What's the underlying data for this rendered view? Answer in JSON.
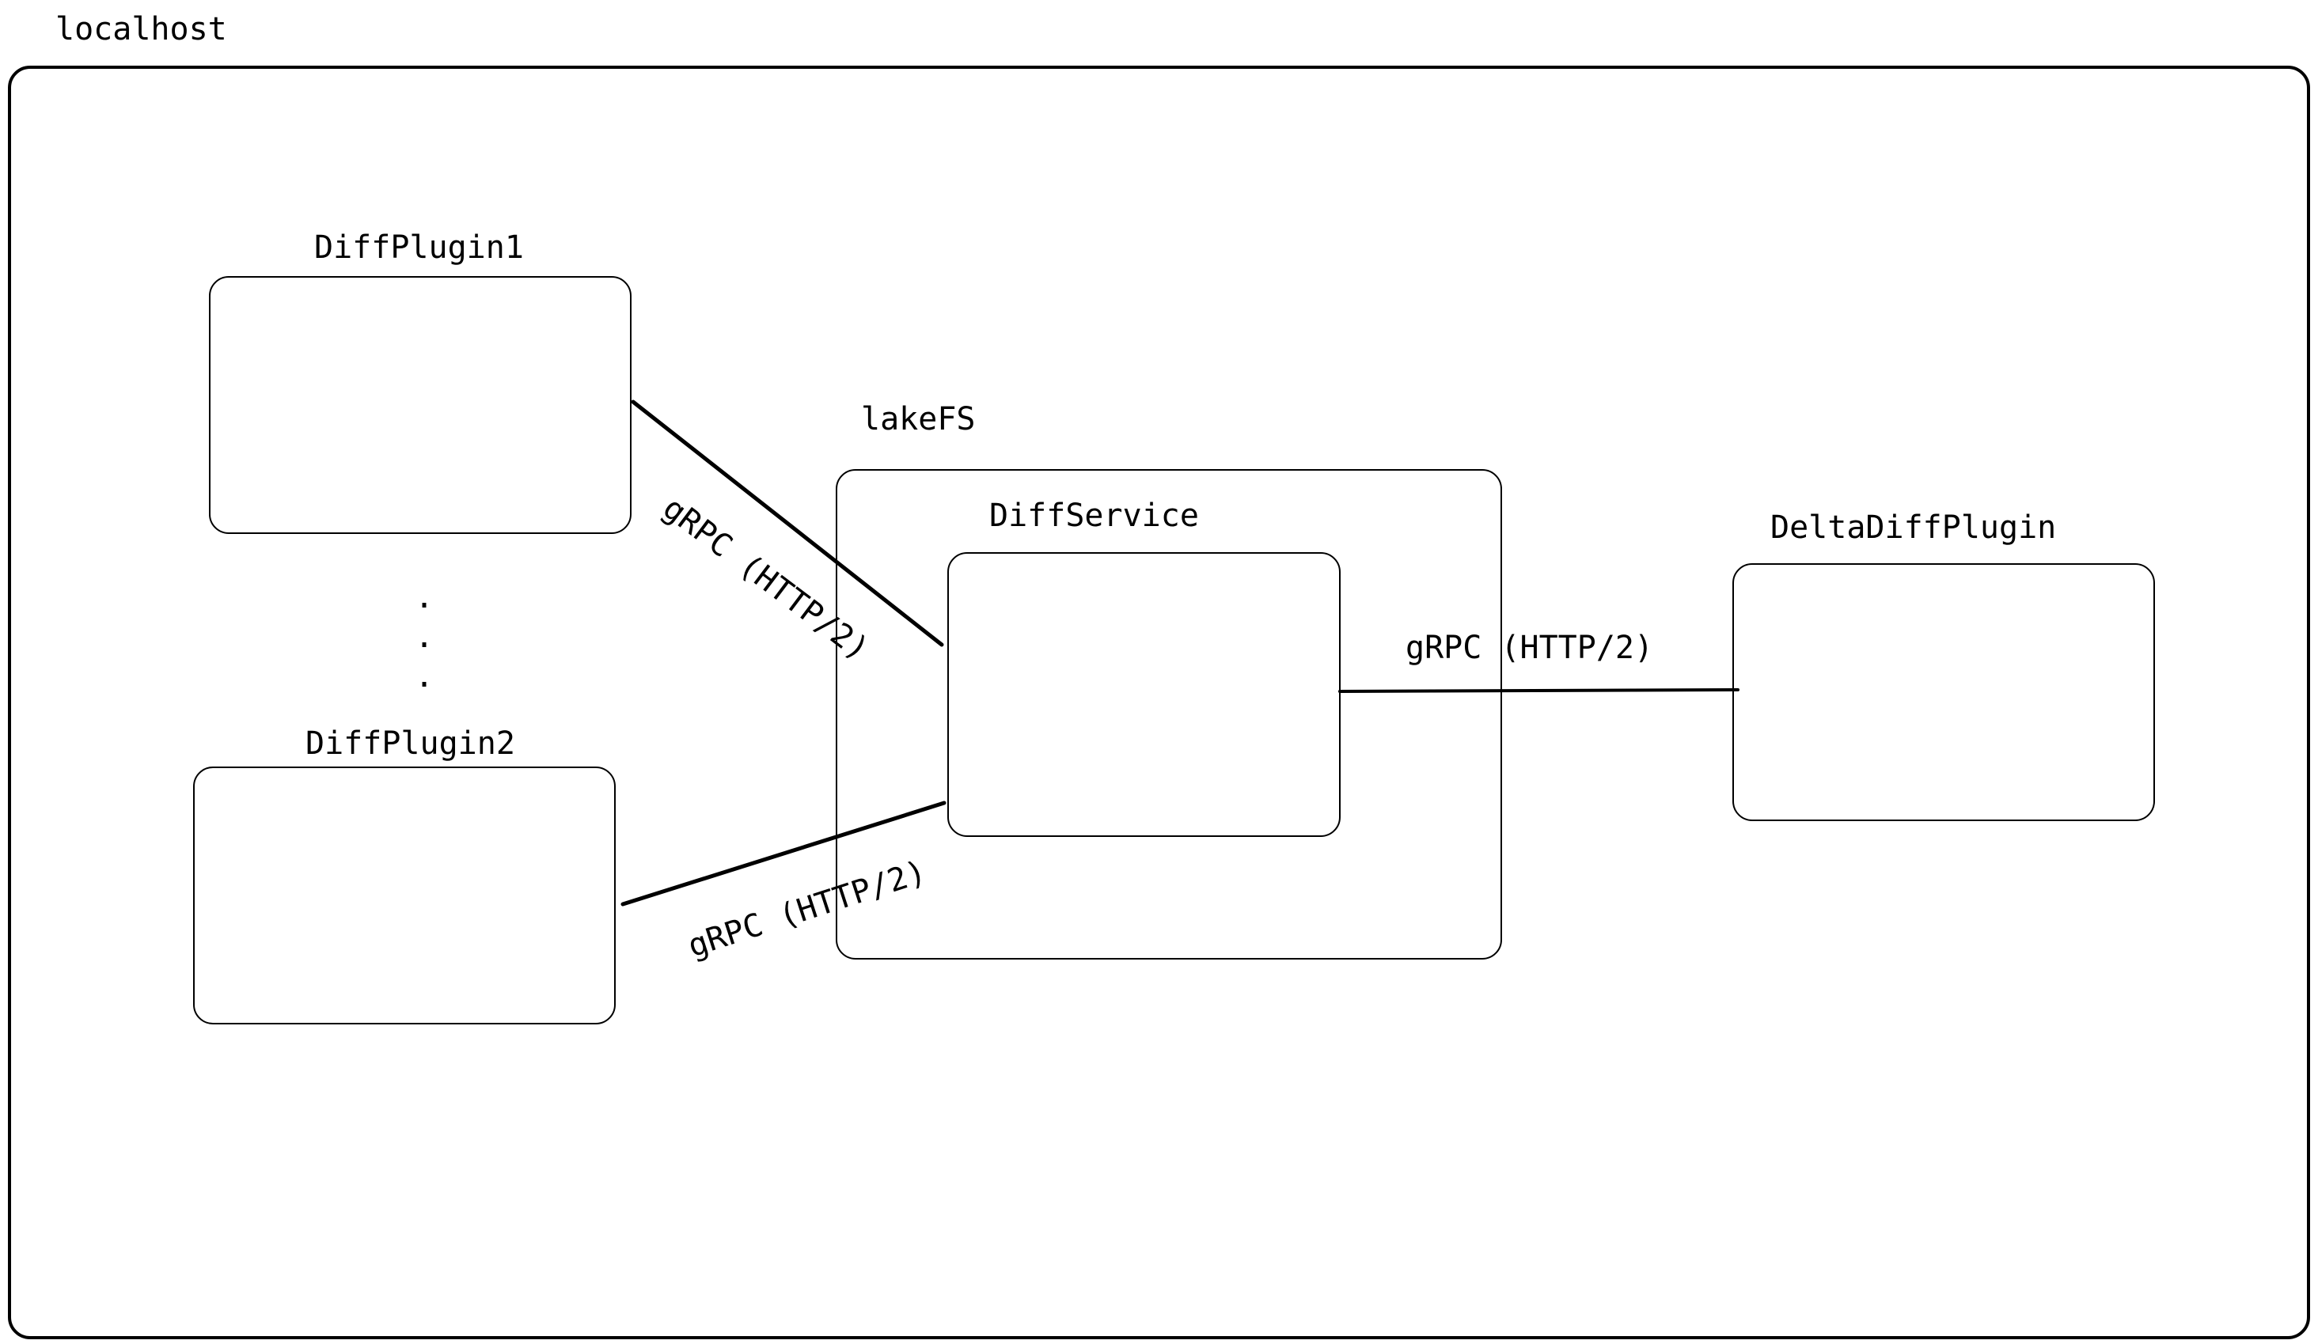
{
  "host": {
    "label": "localhost"
  },
  "nodes": {
    "diff_plugin_1": "DiffPlugin1",
    "diff_plugin_2": "DiffPlugin2",
    "lakefs": "lakeFS",
    "diff_service": "DiffService",
    "delta_diff_plugin": "DeltaDiffPlugin"
  },
  "ellipsis": ".",
  "edges": {
    "plugin1_to_service": "gRPC (HTTP/2)",
    "plugin2_to_service": "gRPC (HTTP/2)",
    "service_to_delta": "gRPC (HTTP/2)"
  }
}
